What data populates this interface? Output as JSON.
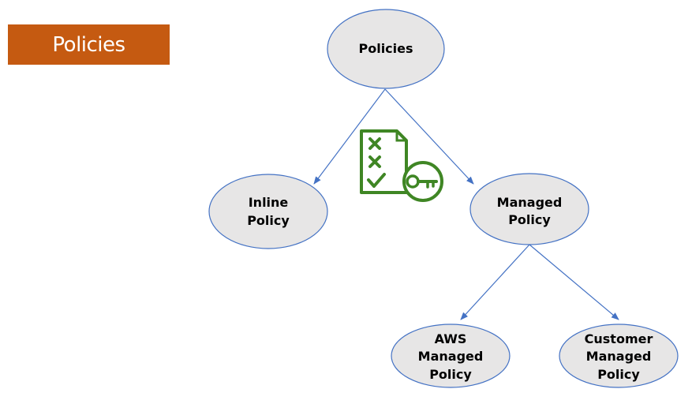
{
  "title_banner": {
    "label": "Policies",
    "color": "#c55a11"
  },
  "diagram": {
    "node_fill": "#e7e6e6",
    "node_stroke": "#4472c4",
    "edge_color": "#4472c4",
    "icon_color": "#3f8624",
    "icon_name": "policy-document-key-icon",
    "nodes": {
      "root": {
        "lines": [
          "Policies"
        ]
      },
      "inline": {
        "lines": [
          "Inline",
          "Policy"
        ]
      },
      "managed": {
        "lines": [
          "Managed",
          "Policy"
        ]
      },
      "aws": {
        "lines": [
          "AWS",
          "Managed",
          "Policy"
        ]
      },
      "customer": {
        "lines": [
          "Customer",
          "Managed",
          "Policy"
        ]
      }
    }
  }
}
